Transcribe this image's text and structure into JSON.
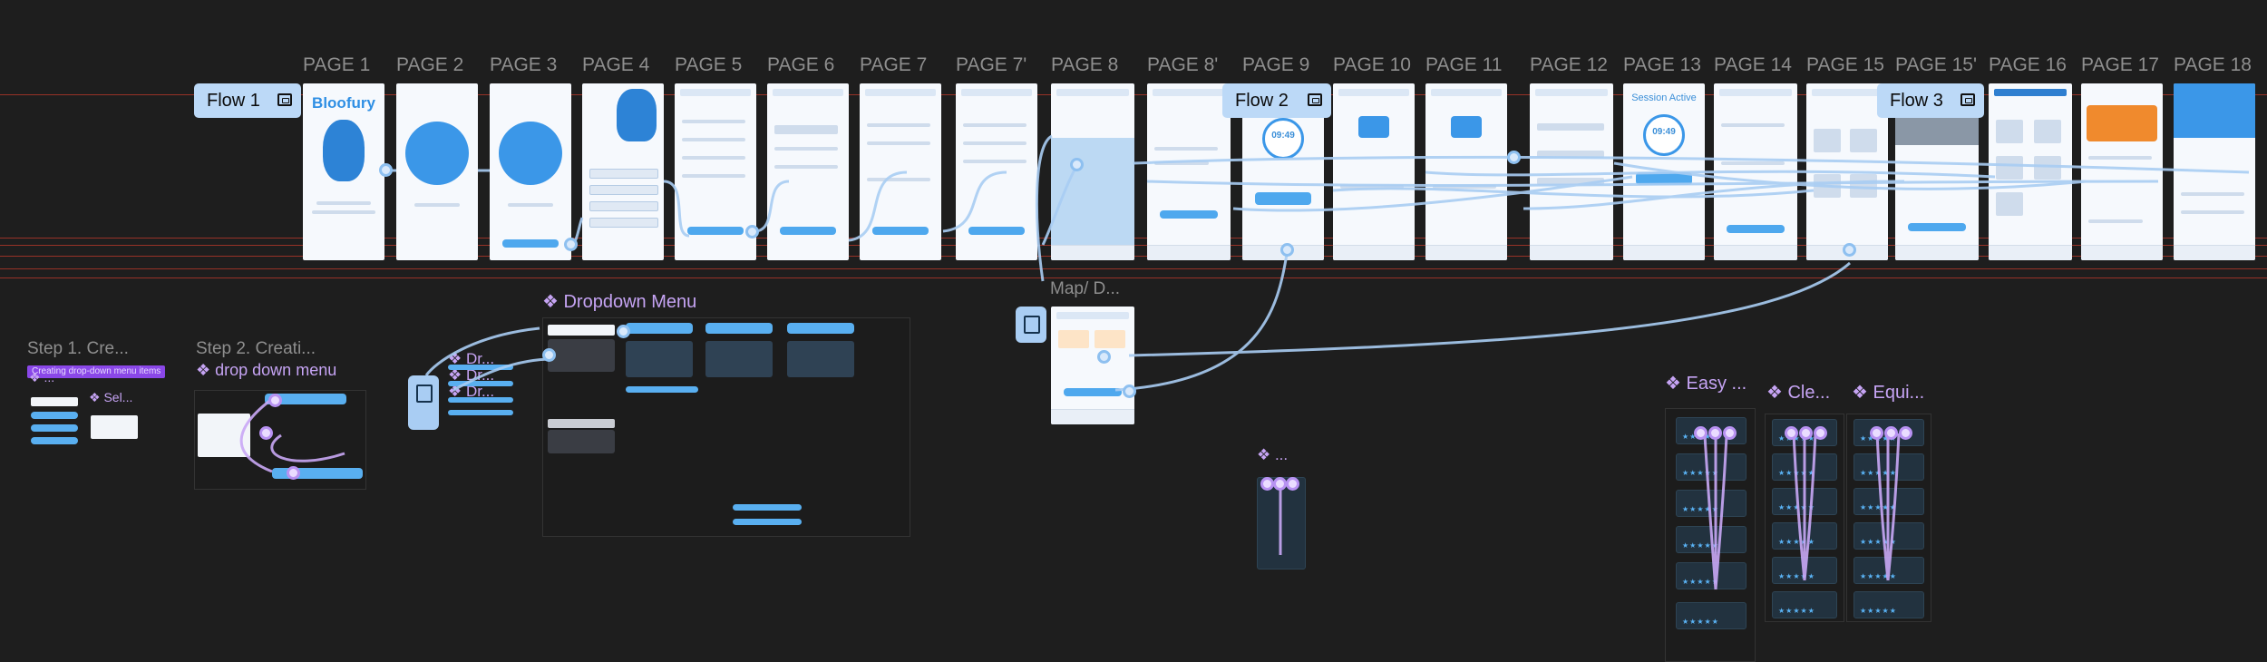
{
  "pages": [
    {
      "label": "PAGE 1"
    },
    {
      "label": "PAGE 2"
    },
    {
      "label": "PAGE 3"
    },
    {
      "label": "PAGE 4"
    },
    {
      "label": "PAGE 5"
    },
    {
      "label": "PAGE 6"
    },
    {
      "label": "PAGE 7"
    },
    {
      "label": "PAGE 7'"
    },
    {
      "label": "PAGE 8"
    },
    {
      "label": "PAGE 8'"
    },
    {
      "label": "PAGE 9"
    },
    {
      "label": "PAGE 10"
    },
    {
      "label": "PAGE 11"
    },
    {
      "label": "PAGE 12"
    },
    {
      "label": "PAGE 13"
    },
    {
      "label": "PAGE 14"
    },
    {
      "label": "PAGE 15"
    },
    {
      "label": "PAGE 15'"
    },
    {
      "label": "PAGE 16"
    },
    {
      "label": "PAGE 17"
    },
    {
      "label": "PAGE 18"
    }
  ],
  "flows": [
    {
      "label": "Flow 1"
    },
    {
      "label": "Flow 2"
    },
    {
      "label": "Flow 3"
    }
  ],
  "frames": {
    "logo_text": "Bloofury",
    "timer_value": "09:49",
    "session_title": "Session Active",
    "map_label": "Map/ D..."
  },
  "components": {
    "dropdown_menu": "❖ Dropdown Menu",
    "easy": "❖ Easy ...",
    "cle": "❖ Cle...",
    "equi": "❖ Equi...",
    "stars_small": "❖ ...",
    "dr1": "❖ Dr...",
    "dr2": "❖ Dr...",
    "dr3": "❖ Dr..."
  },
  "steps": {
    "step1_title": "Step 1. Cre...",
    "step1_bar": "Creating drop-down menu items",
    "step1_sub1": "❖ ...",
    "step1_sub2": "❖ Sel...",
    "step2_title": "Step 2. Creati...",
    "step2_bar": "❖ drop down menu"
  },
  "colors": {
    "canvas": "#1e1e1e",
    "guide_line": "#c0392b",
    "flow_tag": "#bcd9f7",
    "component_purple": "#c6a4f4",
    "connector_blue": "#a9cdf3",
    "accent_blue": "#4ea8ee"
  },
  "icons": [
    "frame-icon",
    "node-handle-icon",
    "component-diamond-icon",
    "device-frame-icon"
  ]
}
